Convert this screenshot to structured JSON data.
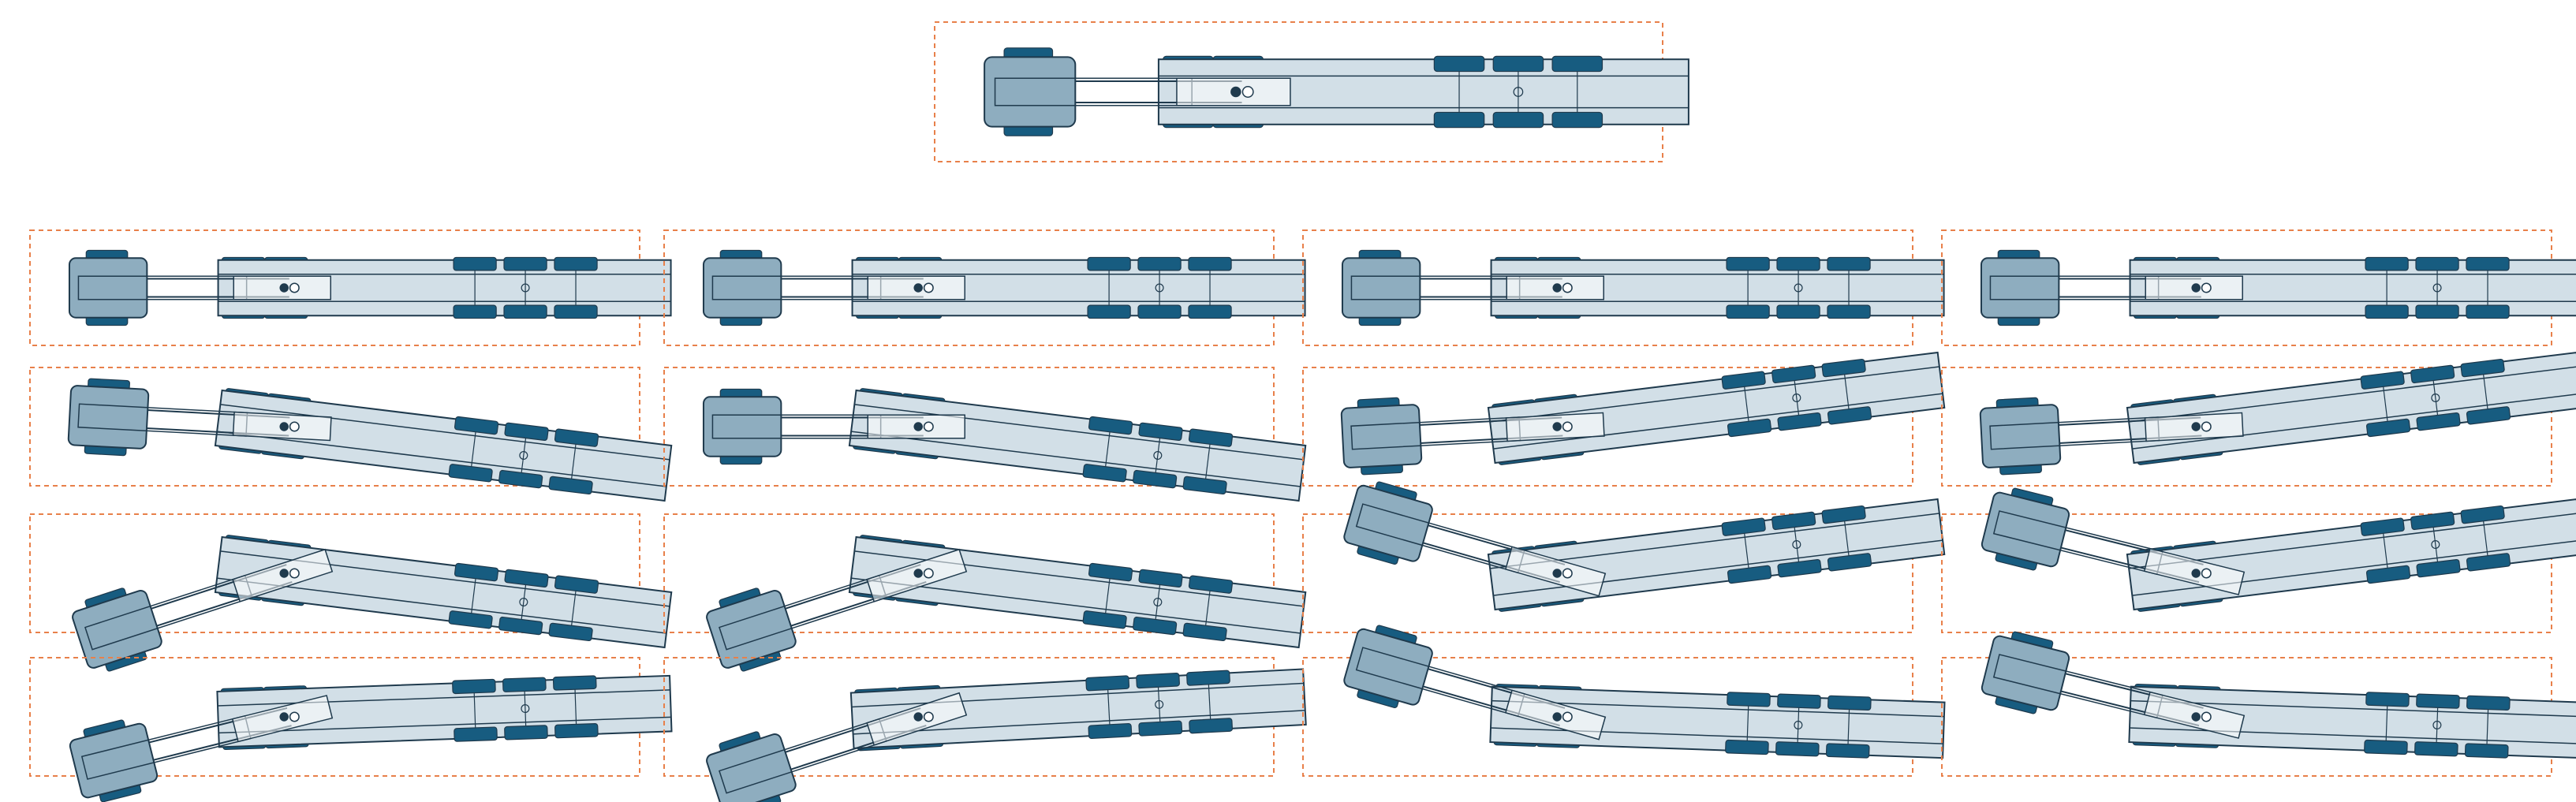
{
  "colors": {
    "background": "#ffffff",
    "frame": "#e8804a",
    "trailer_fill": "#d2dfe7",
    "tractor_fill": "#8eadbf",
    "wheel_fill": "#175c80",
    "outline": "#1f3a4d"
  },
  "icons": {
    "tractor": "tractor-cab-icon",
    "trailer": "trailer-body-icon",
    "wheel": "wheel-icon",
    "hitch": "hitch-coupler-icon"
  },
  "variants": {
    "reference": {
      "tractor_angle_deg": 0,
      "trailer_angle_deg": 0
    },
    "columns": [
      {
        "column": "1",
        "rows": [
          {
            "tractor_angle_deg": 0,
            "trailer_angle_deg": 0
          },
          {
            "tractor_angle_deg": 3,
            "trailer_angle_deg": 7
          },
          {
            "tractor_angle_deg": -18,
            "trailer_angle_deg": 7
          },
          {
            "tractor_angle_deg": -14,
            "trailer_angle_deg": -2
          }
        ]
      },
      {
        "column": "2",
        "rows": [
          {
            "tractor_angle_deg": 0,
            "trailer_angle_deg": 0
          },
          {
            "tractor_angle_deg": 0,
            "trailer_angle_deg": 7
          },
          {
            "tractor_angle_deg": -18,
            "trailer_angle_deg": 7
          },
          {
            "tractor_angle_deg": -18,
            "trailer_angle_deg": -3
          }
        ]
      },
      {
        "column": "3",
        "rows": [
          {
            "tractor_angle_deg": 0,
            "trailer_angle_deg": 0
          },
          {
            "tractor_angle_deg": -3,
            "trailer_angle_deg": -7
          },
          {
            "tractor_angle_deg": 16,
            "trailer_angle_deg": -7
          },
          {
            "tractor_angle_deg": 16,
            "trailer_angle_deg": 2
          }
        ]
      },
      {
        "column": "4",
        "rows": [
          {
            "tractor_angle_deg": 0,
            "trailer_angle_deg": 0
          },
          {
            "tractor_angle_deg": -3,
            "trailer_angle_deg": -7
          },
          {
            "tractor_angle_deg": 14,
            "trailer_angle_deg": -7
          },
          {
            "tractor_angle_deg": 14,
            "trailer_angle_deg": 2
          }
        ]
      }
    ]
  }
}
